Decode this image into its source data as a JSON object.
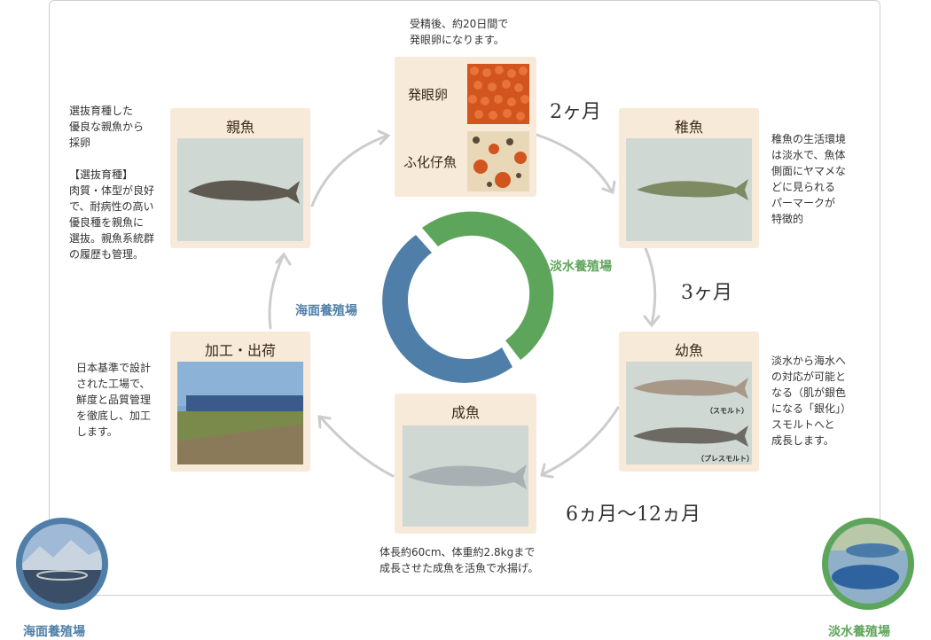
{
  "colors": {
    "sea": "#4f7fa8",
    "fresh": "#5da55a",
    "card": "#f7ead8",
    "arrow": "#cccccc"
  },
  "egg_note": "受精後、約20日間で\n発眼卵になります。",
  "egg_card": {
    "label1": "発眼卵",
    "label2": "ふ化仔魚"
  },
  "parent": {
    "title": "親魚",
    "desc": "選抜育種した\n優良な親魚から\n採卵\n\n【選抜育種】\n肉質・体型が良好\nで、耐病性の高い\n優良種を親魚に\n選抜。親魚系統群\nの履歴も管理。"
  },
  "fry": {
    "title": "稚魚",
    "desc": "稚魚の生活環境\nは淡水で、魚体\n側面にヤマメな\nどに見られる\nパーマークが\n特徴的"
  },
  "juvenile": {
    "title": "幼魚",
    "desc": "淡水から海水へ\nの対応が可能と\nなる（肌が銀色\nになる「銀化」）\nスモルトへと\n成長します。",
    "tag1": "（スモルト）",
    "tag2": "（プレスモルト）"
  },
  "adult": {
    "title": "成魚",
    "desc": "体長約60cm、体重約2.8kgまで\n成長させた成魚を活魚で水揚げ。"
  },
  "processing": {
    "title": "加工・出荷",
    "desc": "日本基準で設計\nされた工場で、\n鮮度と品質管理\nを徹底し、加工\nします。"
  },
  "durations": {
    "d1": "2ヶ月",
    "d2": "3ヶ月",
    "d3": "6ヵ月〜12ヵ月"
  },
  "farms": {
    "fresh_center": "淡水養殖場",
    "sea_center": "海面養殖場",
    "sea_corner": "海面養殖場",
    "fresh_corner": "淡水養殖場"
  }
}
